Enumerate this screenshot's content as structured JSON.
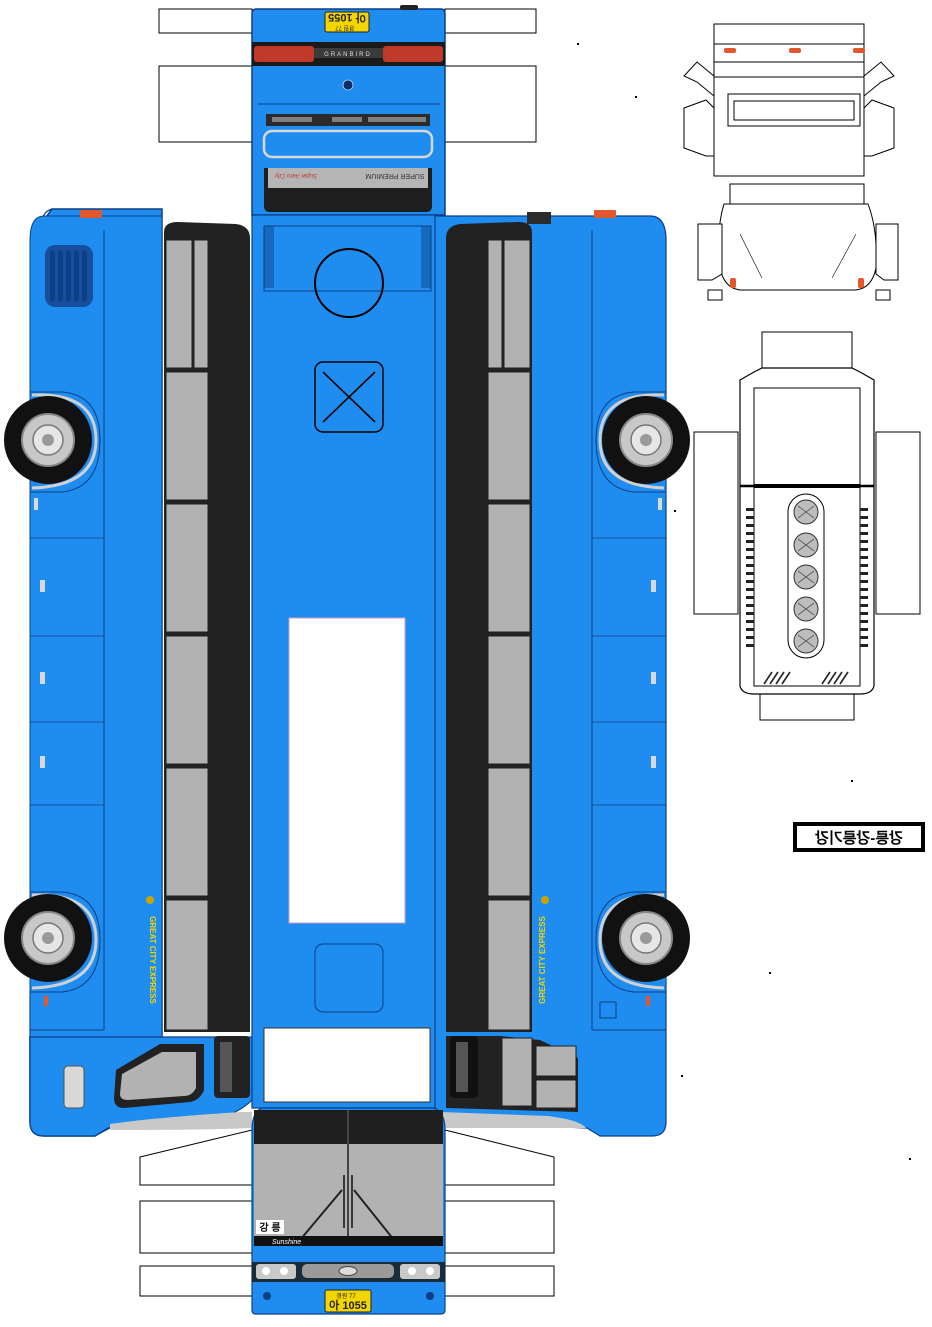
{
  "sheet": {
    "body_color": "#1f8cf0",
    "outline_color": "#0d3f86",
    "window_light": "#b2b2b2",
    "window_dark": "#222222"
  },
  "plates": {
    "rear_top": "경원 77",
    "rear_main": "아 1055",
    "front_top": "경원 77",
    "front_main": "아 1055"
  },
  "rear_cap": {
    "badge": "SUPER PREMIUM",
    "script": "Super Aero City"
  },
  "front": {
    "route": "강 릉",
    "brand": "Sunshine"
  },
  "side_lettering": "GREAT CITY EXPRESS",
  "destination_sign": "강릉-강릉기강"
}
